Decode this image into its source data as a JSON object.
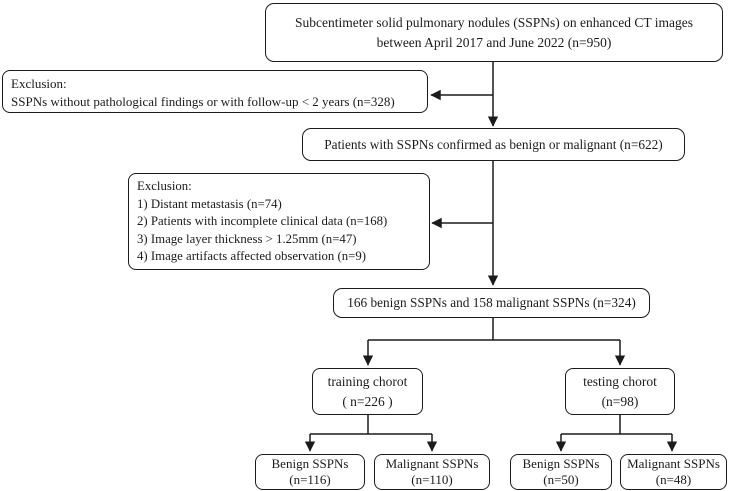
{
  "figure": {
    "colors": {
      "line": "#1b1b1b",
      "background": "#ffffff"
    }
  },
  "boxes": {
    "enrollment": {
      "line1": "Subcentimeter solid pulmonary nodules (SSPNs) on enhanced CT images",
      "line2": "between April 2017 and June 2022 (n=950)"
    },
    "exclusion1": {
      "title": "Exclusion:",
      "line1": "SSPNs without pathological findings or with follow-up < 2 years (n=328)"
    },
    "confirmed": {
      "text": "Patients with SSPNs confirmed as benign or malignant (n=622)"
    },
    "exclusion2": {
      "title": "Exclusion:",
      "items": [
        "1) Distant metastasis (n=74)",
        "2) Patients with incomplete clinical data (n=168)",
        "3) Image layer thickness > 1.25mm (n=47)",
        "4) Image artifacts affected observation (n=9)"
      ]
    },
    "cohort_total": {
      "text": "166 benign SSPNs and 158 malignant SSPNs (n=324)"
    },
    "training": {
      "line1": "training chorot",
      "line2": "( n=226 )"
    },
    "testing": {
      "line1": "testing chorot",
      "line2": "(n=98)"
    },
    "training_benign": {
      "line1": "Benign SSPNs",
      "line2": "(n=116)"
    },
    "training_malignant": {
      "line1": "Malignant SSPNs",
      "line2": "(n=110)"
    },
    "testing_benign": {
      "line1": "Benign SSPNs",
      "line2": "(n=50)"
    },
    "testing_malignant": {
      "line1": "Malignant SSPNs",
      "line2": "(n=48)"
    }
  }
}
